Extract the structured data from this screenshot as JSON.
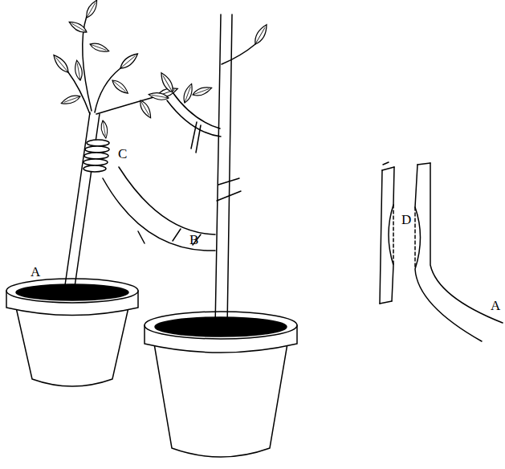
{
  "diagram": {
    "labels": [
      "A",
      "B",
      "C",
      "D",
      "A"
    ]
  }
}
